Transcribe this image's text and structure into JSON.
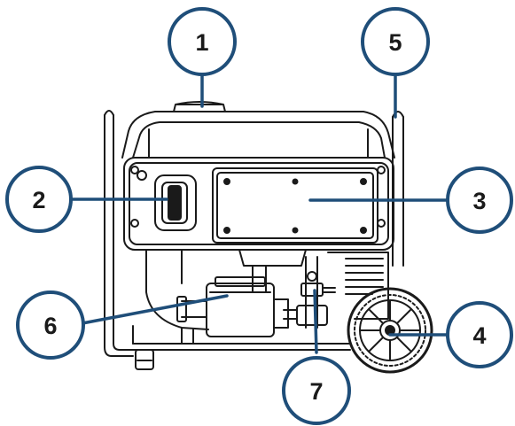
{
  "diagram": {
    "accent_color": "#1f4e79",
    "line_color": "#1a1a1a",
    "callouts": [
      {
        "id": "c1",
        "label": "1"
      },
      {
        "id": "c2",
        "label": "2"
      },
      {
        "id": "c3",
        "label": "3"
      },
      {
        "id": "c4",
        "label": "4"
      },
      {
        "id": "c5",
        "label": "5"
      },
      {
        "id": "c6",
        "label": "6"
      },
      {
        "id": "c7",
        "label": "7"
      }
    ]
  }
}
